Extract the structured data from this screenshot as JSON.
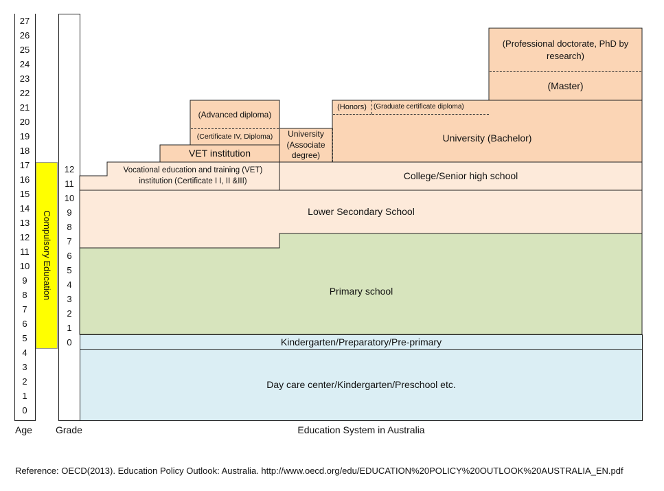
{
  "diagram": {
    "axis_label_age": "Age",
    "axis_label_grade": "Grade",
    "x_title": "Education System in Australia",
    "reference": "Reference: OECD(2013). Education Policy Outlook: Australia. http://www.oecd.org/edu/EDUCATION%20POLICY%20OUTLOOK%20AUSTRALIA_EN.pdf",
    "ages": [
      "27",
      "26",
      "25",
      "24",
      "23",
      "22",
      "21",
      "20",
      "19",
      "18",
      "17",
      "16",
      "15",
      "14",
      "13",
      "12",
      "11",
      "10",
      "9",
      "8",
      "7",
      "6",
      "5",
      "4",
      "3",
      "2",
      "1",
      "0"
    ],
    "grades": [
      "12",
      "11",
      "10",
      "9",
      "8",
      "7",
      "6",
      "5",
      "4",
      "3",
      "2",
      "1",
      "0"
    ],
    "compulsory_label": "Compulsory Education",
    "colors": {
      "compulsory": "#ffff00",
      "daycare": "#dbeef4",
      "primary": "#d7e4bd",
      "secondary": "#fdeada",
      "higher": "#fbd5b5"
    },
    "stages": {
      "daycare": "Day care center/Kindergarten/Preschool etc.",
      "kindergarten": "Kindergarten/Preparatory/Pre-primary",
      "primary": "Primary school",
      "lower_secondary": "Lower Secondary School",
      "college": "College/Senior high school",
      "vet_cert": "Vocational education and training (VET) institution (Certificate I I, II &III)",
      "vet_institution": "VET institution",
      "cert_iv": "(Certificate IV, Diploma)",
      "adv_diploma": "(Advanced diploma)",
      "univ_assoc": "University (Associate degree)",
      "univ_bachelor": "University (Bachelor)",
      "honors": "(Honors)",
      "grad_cert": "(Graduate certificate diploma)",
      "master": "(Master)",
      "doctorate": "(Professional doctorate, PhD by research)"
    }
  }
}
